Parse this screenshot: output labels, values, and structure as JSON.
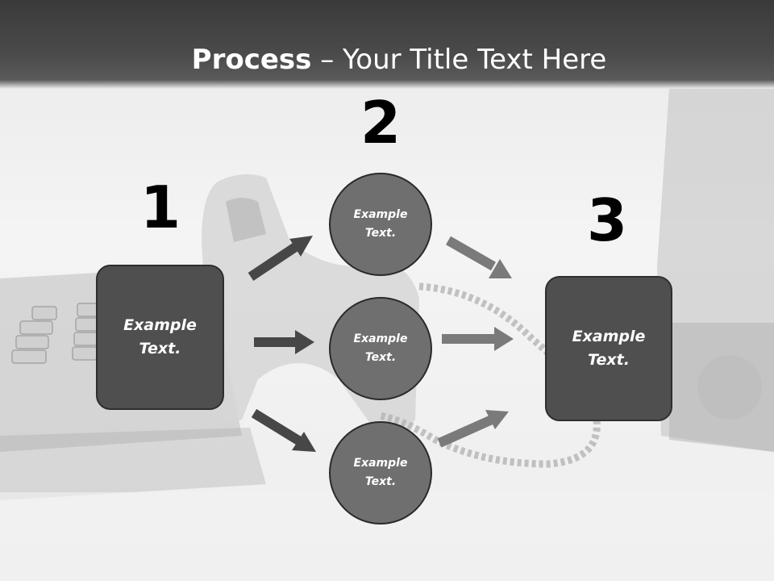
{
  "title": {
    "bold": "Process",
    "separator": " – ",
    "rest": "Your Title Text Here"
  },
  "steps": {
    "one": "1",
    "two": "2",
    "three": "3"
  },
  "left_box": {
    "text": "Example Text."
  },
  "right_box": {
    "text": "Example Text."
  },
  "circles": [
    {
      "text": "Example Text."
    },
    {
      "text": "Example Text."
    },
    {
      "text": "Example Text."
    }
  ],
  "colors": {
    "header": "#3a3a3a",
    "box": "#4f4f4f",
    "circle": "#6f6f6f",
    "arrow_dark": "#474747",
    "arrow_light": "#7a7a7a"
  }
}
